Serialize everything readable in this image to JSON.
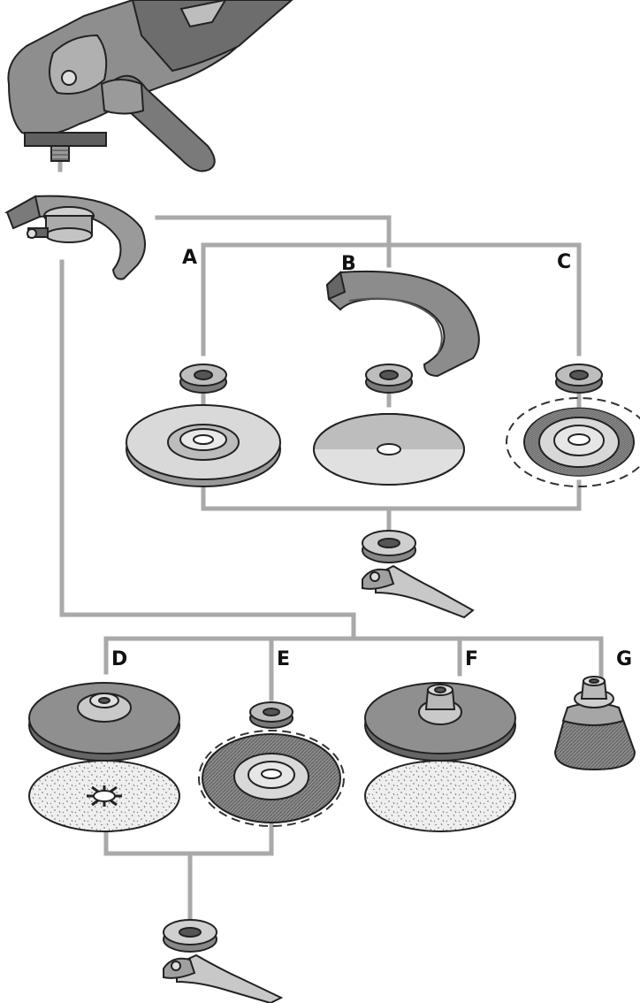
{
  "labels": {
    "a": "A",
    "b": "B",
    "c": "C",
    "d": "D",
    "e": "E",
    "f": "F",
    "g": "G"
  },
  "colors": {
    "connector": "#a9a9a9",
    "part_dark": "#7c7c7c",
    "part_mid": "#a8a8a8",
    "part_light": "#d6d6d6",
    "ink": "#222222"
  }
}
